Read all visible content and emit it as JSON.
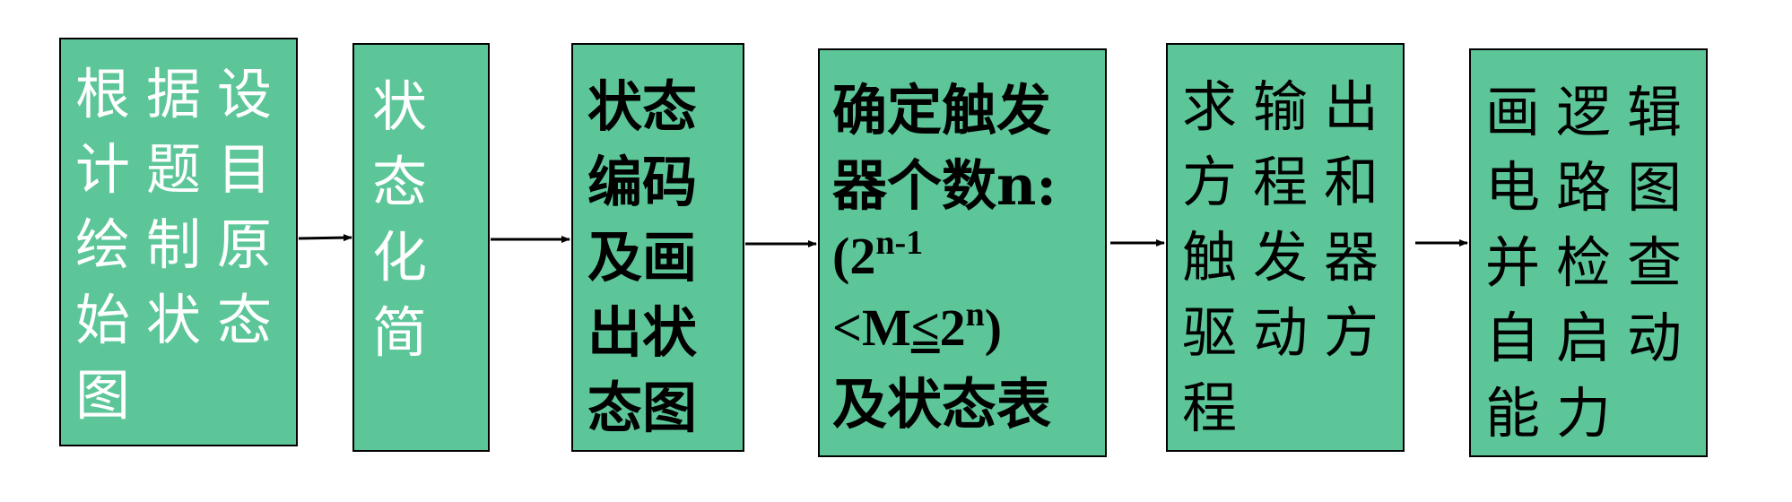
{
  "colors": {
    "box_fill": "#5cc699",
    "border": "#000000"
  },
  "boxes": [
    {
      "text": "根据设\n计题目\n绘制原\n始状态\n图",
      "text_color": "#ffffff"
    },
    {
      "text": "状\n态\n化\n简",
      "text_color": "#ffffff"
    },
    {
      "text": "状态\n编码\n及画\n出状\n态图",
      "text_color": "#000000"
    },
    {
      "line1": "确定触发",
      "line2": "器个数n:",
      "open": "(2",
      "sup1": "n-1",
      "lt": "<M",
      "le": "≤",
      "two": "2",
      "sup2": "n",
      "close": ")",
      "line_last": "及状态表",
      "text_color": "#000000"
    },
    {
      "text": "求输出\n方程和\n触发器\n驱动方\n程",
      "text_color": "#000000"
    },
    {
      "text": "画逻辑\n电路图\n并检查\n自启动\n能力",
      "text_color": "#000000"
    }
  ]
}
